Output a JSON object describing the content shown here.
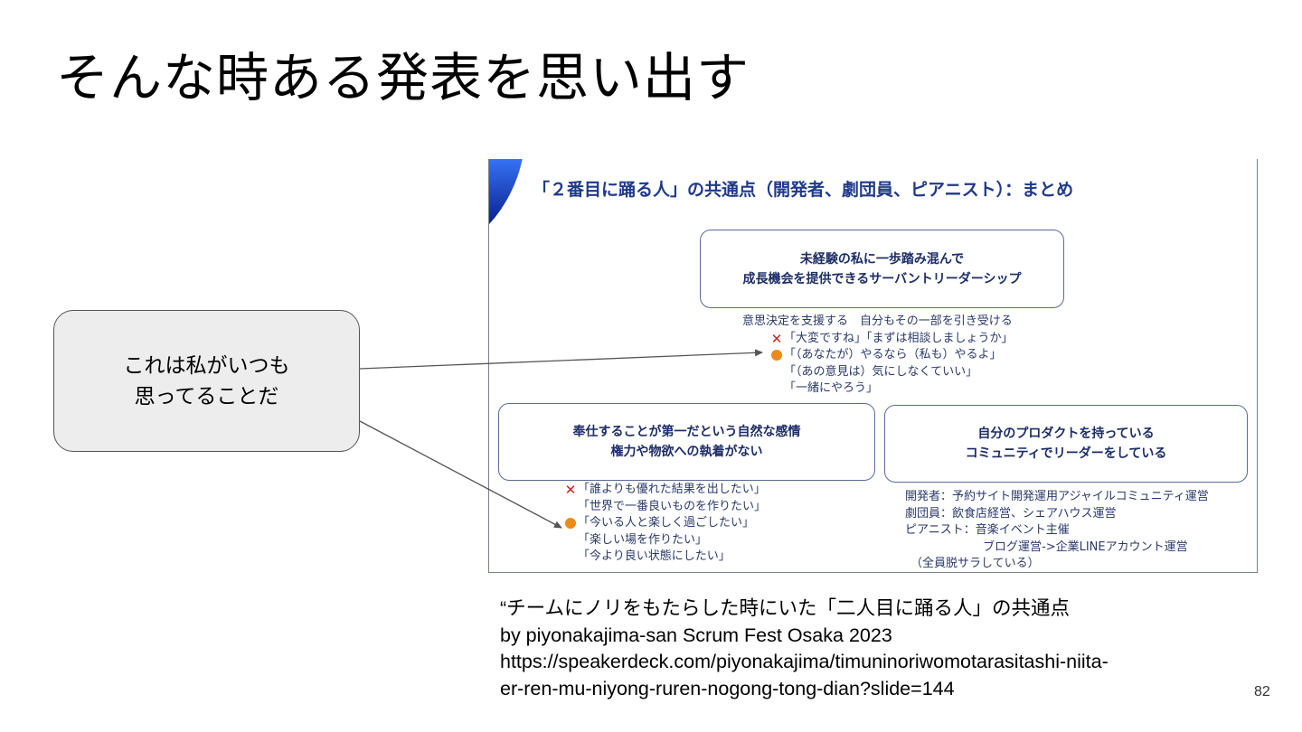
{
  "slide": {
    "title": "そんな時ある発表を思い出す",
    "page_number": "82"
  },
  "callout": {
    "line1": "これは私がいつも",
    "line2": "思ってることだ"
  },
  "embedded_slide": {
    "title": "「２番目に踊る人」の共通点（開発者、劇団員、ピアニスト）：まとめ",
    "top_box": {
      "line1": "未経験の私に一歩踏み混んで",
      "line2": "成長機会を提供できるサーバントリーダーシップ"
    },
    "top_notes": {
      "heading": "意思決定を支援する　自分もその一部を引き受ける",
      "bad": "「大変ですね」「まずは相談しましょうか」",
      "good": "「（あなたが）やるなら（私も）やるよ」",
      "good2": "「（あの意見は）気にしなくていい」",
      "good3": "「一緒にやろう」"
    },
    "left_box": {
      "line1": "奉仕することが第一だという自然な感情",
      "line2": "権力や物欲への執着がない"
    },
    "left_notes": {
      "bad1": "「誰よりも優れた結果を出したい」",
      "bad2": "「世界で一番良いものを作りたい」",
      "good1": "「今いる人と楽しく過ごしたい」",
      "good2": "「楽しい場を作りたい」",
      "good3": "「今より良い状態にしたい」"
    },
    "right_box": {
      "line1": "自分のプロダクトを持っている",
      "line2": "コミュニティでリーダーをしている"
    },
    "right_notes": {
      "line1": "開発者：予約サイト開発運用アジャイルコミュニティ運営",
      "line2": "劇団員：飲食店経営、シェアハウス運営",
      "line3": "ピアニスト：音楽イベント主催",
      "line4": "ブログ運営->企業LINEアカウント運営",
      "line5": "（全員脱サラしている）"
    }
  },
  "citation": {
    "line1": "“チームにノリをもたらした時にいた「二人目に踊る人」の共通点",
    "line2": "by piyonakajima-san Scrum Fest Osaka 2023",
    "line3": "https://speakerdeck.com/piyonakajima/timuninoriwomotarasitashi-niita-",
    "line4": "er-ren-mu-niyong-ruren-nogong-tong-dian?slide=144"
  },
  "colors": {
    "embed_title": "#1f3a8a",
    "box_border": "#5a6a9a",
    "bad_mark": "#d02020",
    "good_mark": "#ee8a18",
    "callout_fill": "#ededed"
  },
  "icons": {
    "bad": "cross-icon",
    "good": "orange-dot-icon"
  }
}
